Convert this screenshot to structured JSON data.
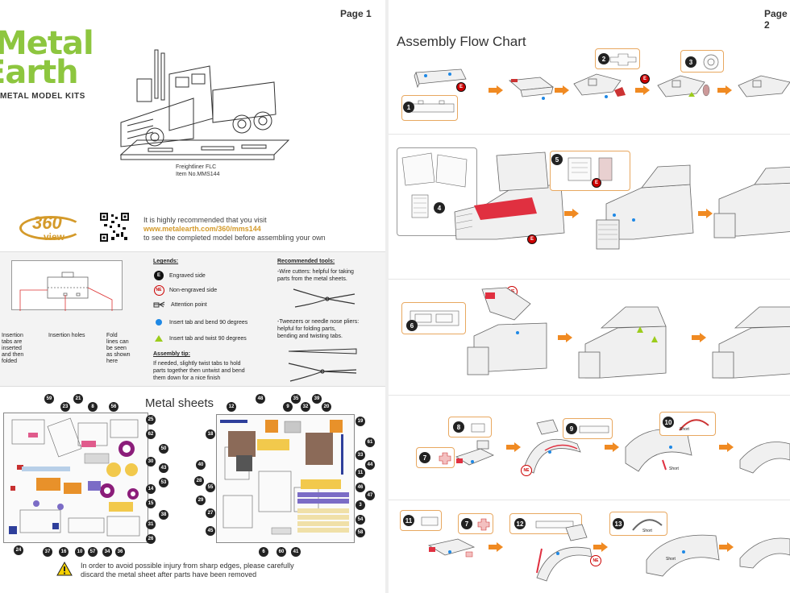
{
  "page_left": {
    "page_label": "Page 1",
    "logo": {
      "line1": "Metal",
      "line2": "Earth",
      "subtitle": "METAL MODEL KITS"
    },
    "model": {
      "name": "Freightliner FLC",
      "item": "Item No.MMS144"
    },
    "badge_360": {
      "num": "360",
      "view": "view"
    },
    "recommend": {
      "line1": "It is highly recommended that you visit",
      "link": "www.metalearth.com/360/mms144",
      "line3": "to see the completed model before assembling your own"
    },
    "insertion": {
      "tabs": "Insertion\ntabs are\ninserted\nand then\nfolded",
      "holes": "Insertion holes",
      "fold": "Fold\nlines can\nbe seen\nas shown\nhere"
    },
    "legends": {
      "title": "Legends:",
      "items": [
        {
          "sym": "E",
          "text": "Engraved side"
        },
        {
          "sym": "NE",
          "text": "Non-engraved side"
        },
        {
          "sym": "hand",
          "text": "Attention point"
        },
        {
          "sym": "dot",
          "text": "Insert tab and bend 90 degrees"
        },
        {
          "sym": "tri",
          "text": "Insert tab and twist 90 degrees"
        }
      ],
      "tip_title": "Assembly tip:",
      "tip_text": "If needed, slightly twist tabs to hold\nparts together then untwist and bend\nthem down for a nice finish"
    },
    "tools": {
      "title": "Recommended tools:",
      "wire": "-Wire cutters: helpful for taking\nparts from the metal sheets.",
      "tweezers": "-Tweezers or needle nose pliers:\nhelpful for folding parts,\nbending and twisting tabs."
    },
    "sheets_title": "Metal sheets",
    "sheet_left_numbers": [
      "59",
      "21",
      "8",
      "56",
      "23",
      "25",
      "62",
      "50",
      "30",
      "43",
      "53",
      "14",
      "15",
      "38",
      "31",
      "26",
      "24",
      "37",
      "16",
      "10",
      "57",
      "34",
      "36"
    ],
    "sheet_right_numbers": [
      "12",
      "48",
      "9",
      "35",
      "32",
      "39",
      "20",
      "19",
      "18",
      "61",
      "40",
      "33",
      "44",
      "28",
      "55",
      "11",
      "46",
      "47",
      "29",
      "3",
      "27",
      "54",
      "45",
      "58",
      "6",
      "60",
      "41"
    ],
    "warning": "In order to avoid possible injury from sharp edges, please carefully\ndiscard the metal sheet after parts have been removed"
  },
  "page_right": {
    "page_label": "Page 2",
    "title": "Assembly Flow Chart",
    "steps": [
      "1",
      "2",
      "3",
      "4",
      "5",
      "6",
      "7",
      "8",
      "9",
      "10",
      "11",
      "7",
      "12",
      "13"
    ],
    "badges": {
      "e": "E",
      "ne": "NE",
      "short": "Short"
    }
  },
  "colors": {
    "brand_green": "#8dc63f",
    "accent_orange": "#f08a22",
    "gold": "#d49a2a",
    "red": "#cc0000",
    "blue": "#1e88e5"
  }
}
